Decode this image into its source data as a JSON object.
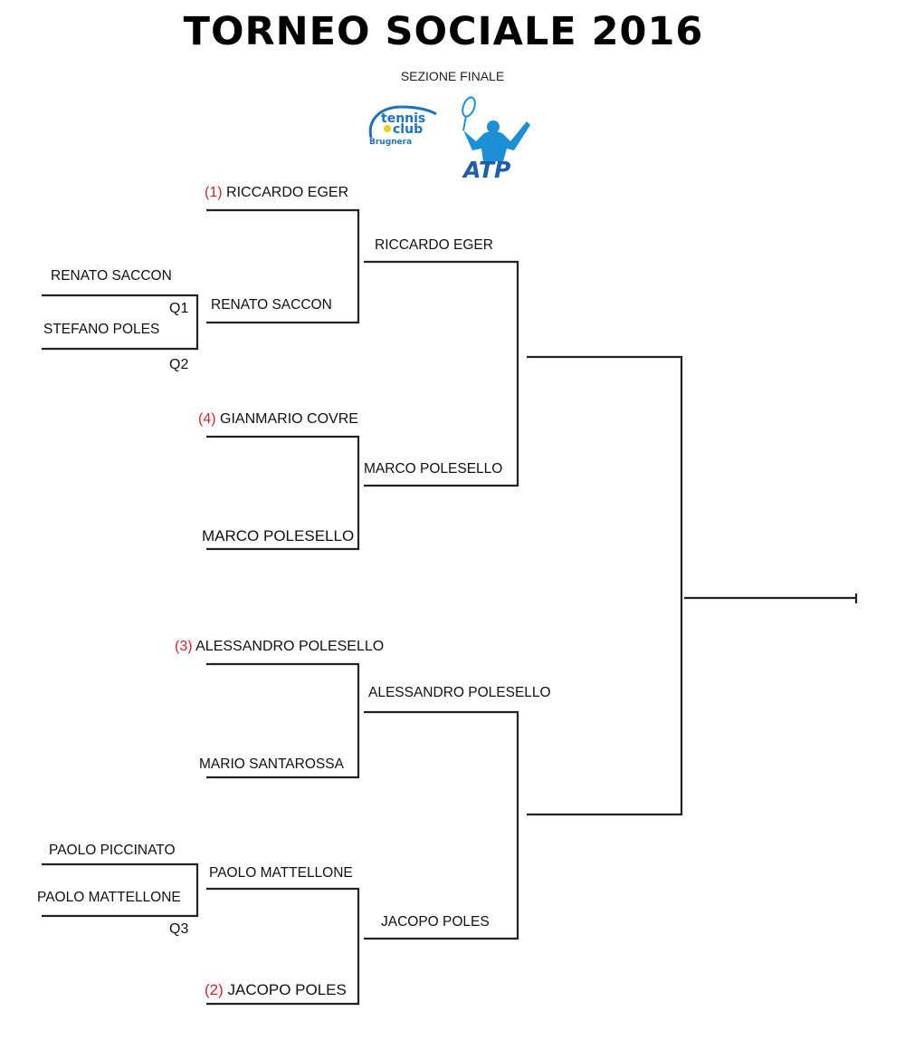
{
  "title": "TORNEO SOCIALE 2016",
  "subtitle": "SEZIONE FINALE",
  "logos": {
    "club": {
      "line1": "tennis",
      "line2": "club",
      "line3": "Brugnera",
      "icon": "tennis-ball-icon"
    },
    "atp": {
      "text": "ATP",
      "icon": "player-silhouette-icon"
    }
  },
  "colors": {
    "line": "#222222",
    "seed": "#c8262c",
    "club_blue": "#1e73be",
    "atp_blue": "#1d8fd6"
  },
  "qualifying": [
    {
      "player": "RENATO SACCON"
    },
    {
      "player": "STEFANO POLES"
    },
    {
      "player": "PAOLO PICCINATO"
    },
    {
      "player": "PAOLO MATTELLONE"
    }
  ],
  "qualifier_tags": [
    "Q1",
    "Q2",
    "Q3"
  ],
  "first_round": [
    {
      "seed": "(1)",
      "player": "RICCARDO EGER"
    },
    {
      "seed": "",
      "player": "RENATO SACCON"
    },
    {
      "seed": "(4)",
      "player": "GIANMARIO COVRE"
    },
    {
      "seed": "",
      "player": "MARCO POLESELLO"
    },
    {
      "seed": "(3)",
      "player": "ALESSANDRO POLESELLO"
    },
    {
      "seed": "",
      "player": "MARIO SANTAROSSA"
    },
    {
      "seed": "",
      "player": "PAOLO MATTELLONE"
    },
    {
      "seed": "(2)",
      "player": "JACOPO POLES"
    }
  ],
  "semifinalists": [
    {
      "player": "RICCARDO EGER"
    },
    {
      "player": "MARCO POLESELLO"
    },
    {
      "player": "ALESSANDRO POLESELLO"
    },
    {
      "player": "JACOPO POLES"
    }
  ]
}
